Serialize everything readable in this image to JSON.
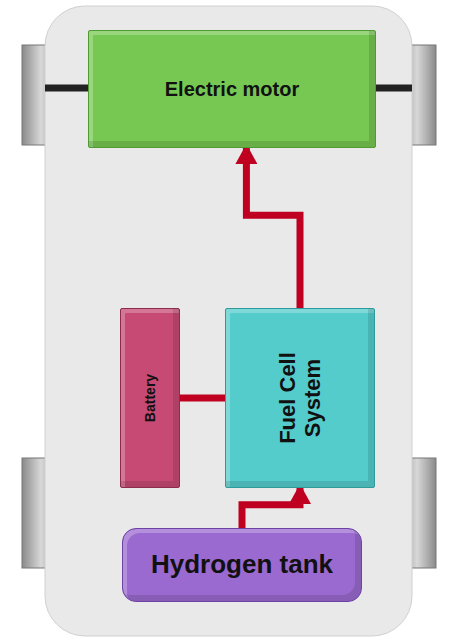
{
  "diagram": {
    "nodes": [
      {
        "text": [
          "Electric motor"
        ]
      },
      {
        "text": [
          "Battery"
        ]
      },
      {
        "text": [
          "Fuel Cell System"
        ]
      },
      {
        "text": [
          "Hydrogen tank"
        ]
      }
    ],
    "edges": [
      {
        "from": 2,
        "to": 0,
        "arrow": "to"
      },
      {
        "from": 2,
        "to": 1,
        "arrow": "to"
      },
      {
        "from": 3,
        "to": 2,
        "arrow": "to"
      }
    ]
  }
}
